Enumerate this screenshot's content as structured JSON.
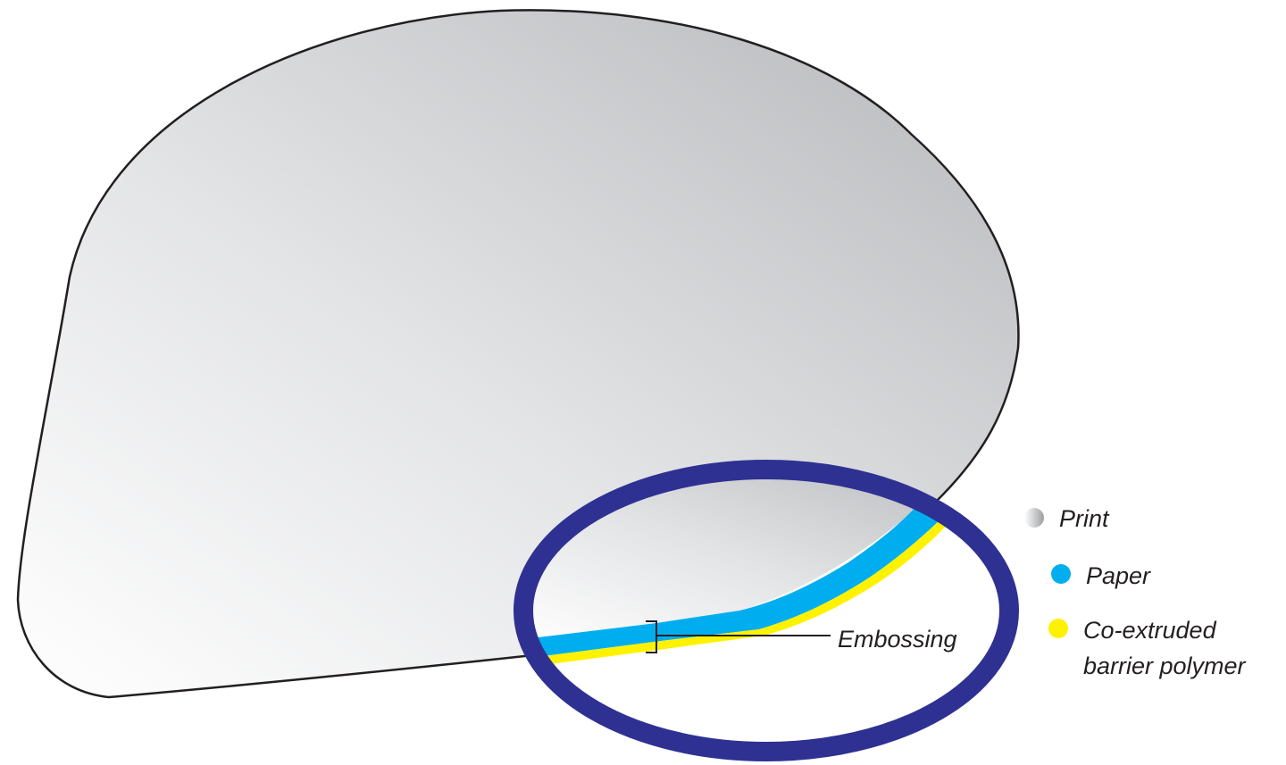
{
  "callout": {
    "embossing_label": "Embossing"
  },
  "legend": {
    "items": [
      {
        "id": "print",
        "label": "Print",
        "color": "#b7b9bc",
        "swatch": "gradient-grey"
      },
      {
        "id": "paper",
        "label": "Paper",
        "color": "#00aeef",
        "swatch": "solid"
      },
      {
        "id": "barrier",
        "label_line1": "Co-extruded",
        "label_line2": "barrier polymer",
        "color": "#fff200",
        "swatch": "solid"
      }
    ]
  },
  "colors": {
    "lid_light": "#ffffff",
    "lid_dark": "#b9bbbe",
    "lid_outline": "#231f20",
    "magnifier_ring": "#2e3192",
    "paper_layer": "#00aeef",
    "barrier_layer": "#fff200"
  }
}
